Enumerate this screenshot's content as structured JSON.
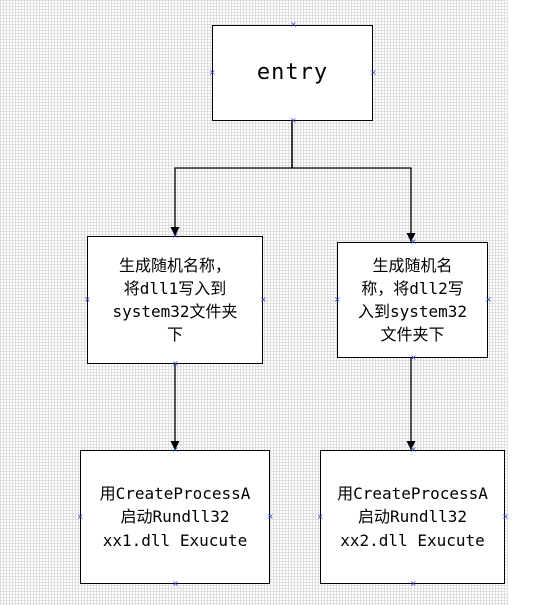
{
  "diagram": {
    "nodes": [
      {
        "id": "entry",
        "text": "entry"
      },
      {
        "id": "gen-left",
        "text": "生成随机名称，\n将dll1写入到\nsystem32文件夹\n下"
      },
      {
        "id": "gen-right",
        "text": "生成随机名\n称，将dll2写\n入到system32\n文件夹下"
      },
      {
        "id": "run-left",
        "text": "用CreateProcessA\n启动Rundll32\nxx1.dll Exucute"
      },
      {
        "id": "run-right",
        "text": "用CreateProcessA\n启动Rundll32\nxx2.dll Exucute"
      }
    ],
    "edges": [
      {
        "from": "entry",
        "to": "gen-left"
      },
      {
        "from": "entry",
        "to": "gen-right"
      },
      {
        "from": "gen-left",
        "to": "run-left"
      },
      {
        "from": "gen-right",
        "to": "run-right"
      }
    ],
    "colors": {
      "line": "#000000",
      "handle": "#2b3bd4",
      "box_fill": "#ffffff",
      "grid": "#c9c9c9"
    }
  }
}
